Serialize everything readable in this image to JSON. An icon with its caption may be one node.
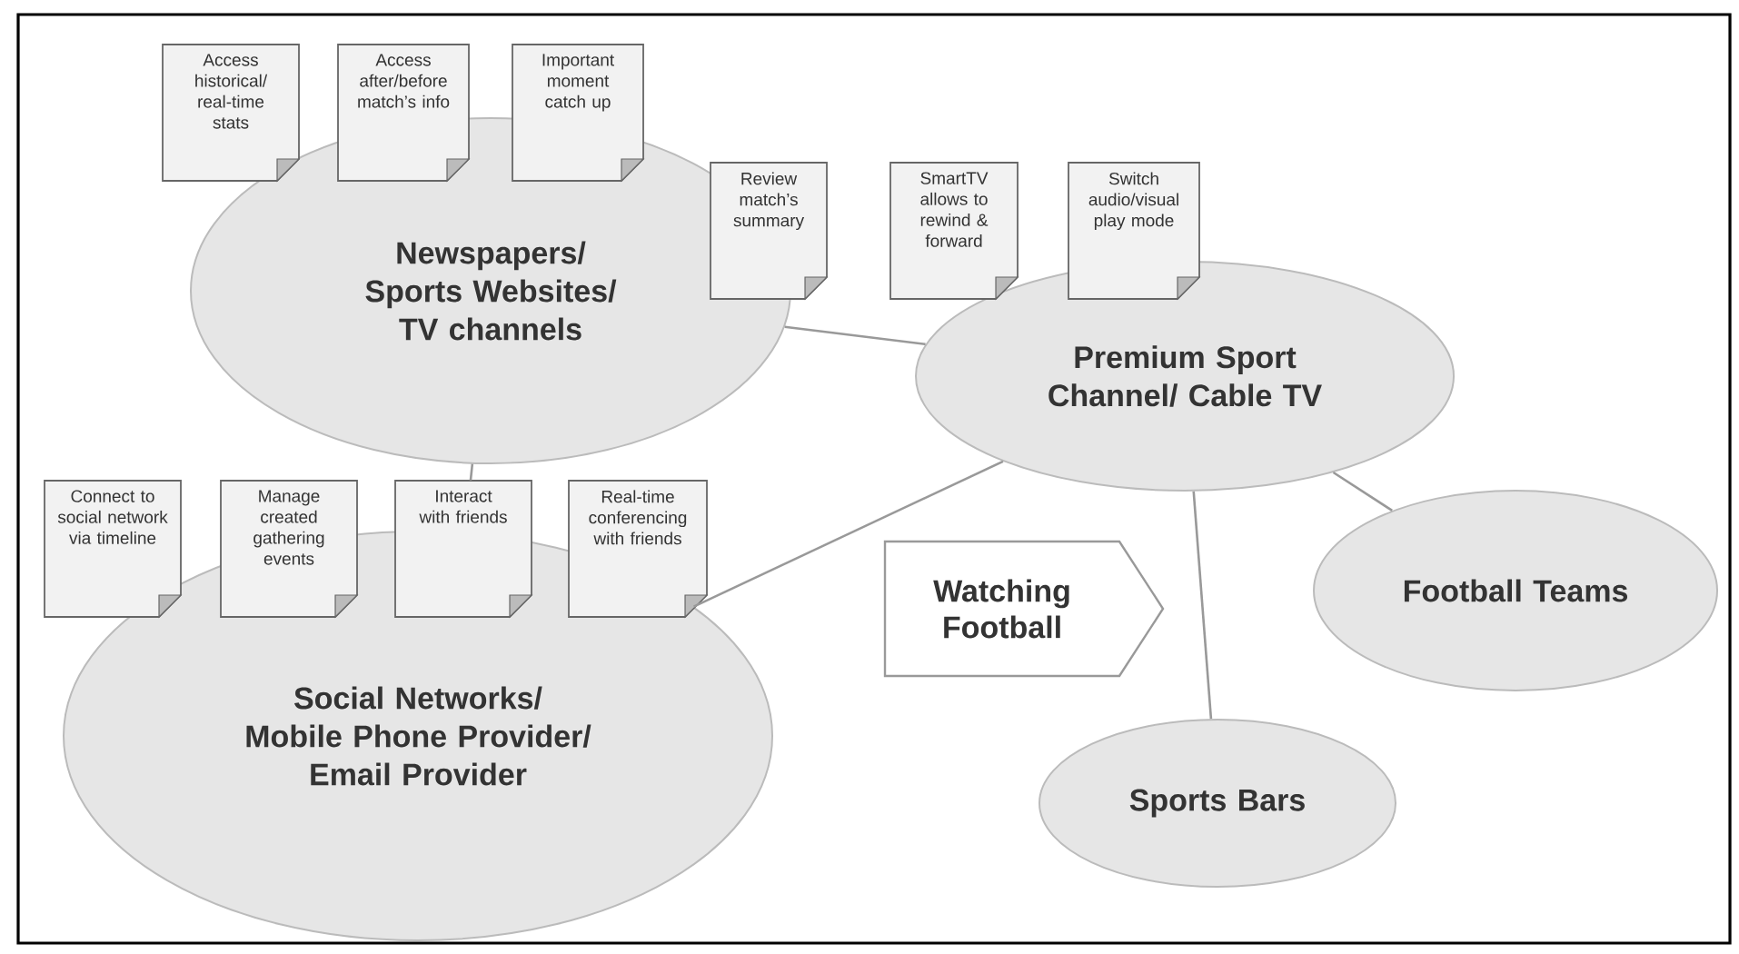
{
  "diagram": {
    "nodes": [
      {
        "text": [
          "Newspapers/ Sports Websites/ TV channels"
        ]
      },
      {
        "text": [
          "Access historical/ real-time stats"
        ]
      },
      {
        "text": [
          "Access after/before match’s info"
        ]
      },
      {
        "text": [
          "Important moment catch up"
        ]
      },
      {
        "text": [
          "Review match’s summary"
        ]
      },
      {
        "text": [
          "SmartTV allows to rewind & forward"
        ]
      },
      {
        "text": [
          "Switch audio/visual play mode"
        ]
      },
      {
        "text": [
          "Premium Sport Channel/ Cable TV"
        ]
      },
      {
        "text": [
          "Connect to social network via timeline"
        ]
      },
      {
        "text": [
          "Manage created gathering events"
        ]
      },
      {
        "text": [
          "Interact with friends"
        ]
      },
      {
        "text": [
          "Real-time conferencing with friends"
        ]
      },
      {
        "text": [
          "Social Networks/ Mobile Phone Provider/ Email Provider"
        ]
      },
      {
        "text": [
          "Watching Football"
        ]
      },
      {
        "text": [
          "Football Teams"
        ]
      },
      {
        "text": [
          "Sports Bars"
        ]
      }
    ],
    "edges": [
      {
        "from": 0,
        "to": 7,
        "arrow": "none"
      },
      {
        "from": 0,
        "to": 10,
        "arrow": "none"
      },
      {
        "from": 12,
        "to": 7,
        "arrow": "none"
      },
      {
        "from": 7,
        "to": 15,
        "arrow": "none"
      },
      {
        "from": 7,
        "to": 14,
        "arrow": "none"
      }
    ]
  }
}
